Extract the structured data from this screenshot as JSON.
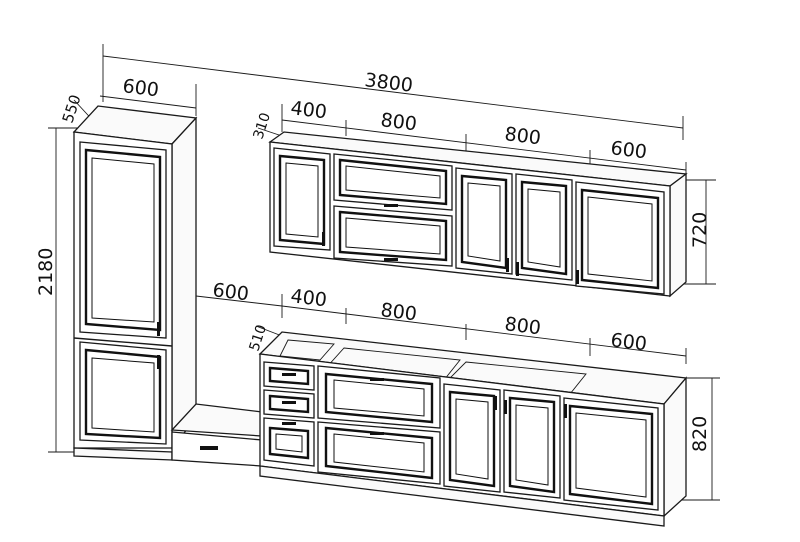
{
  "dimensions": {
    "total_width": "3800",
    "tall_width": "600",
    "tall_depth": "550",
    "tall_height": "2180",
    "upper_depth": "310",
    "upper_w1": "400",
    "upper_w2": "800",
    "upper_w3": "800",
    "upper_w4": "600",
    "upper_height": "720",
    "gap_width": "600",
    "lower_depth": "510",
    "lower_w1": "400",
    "lower_w2": "800",
    "lower_w3": "800",
    "lower_w4": "600",
    "lower_height": "820"
  }
}
